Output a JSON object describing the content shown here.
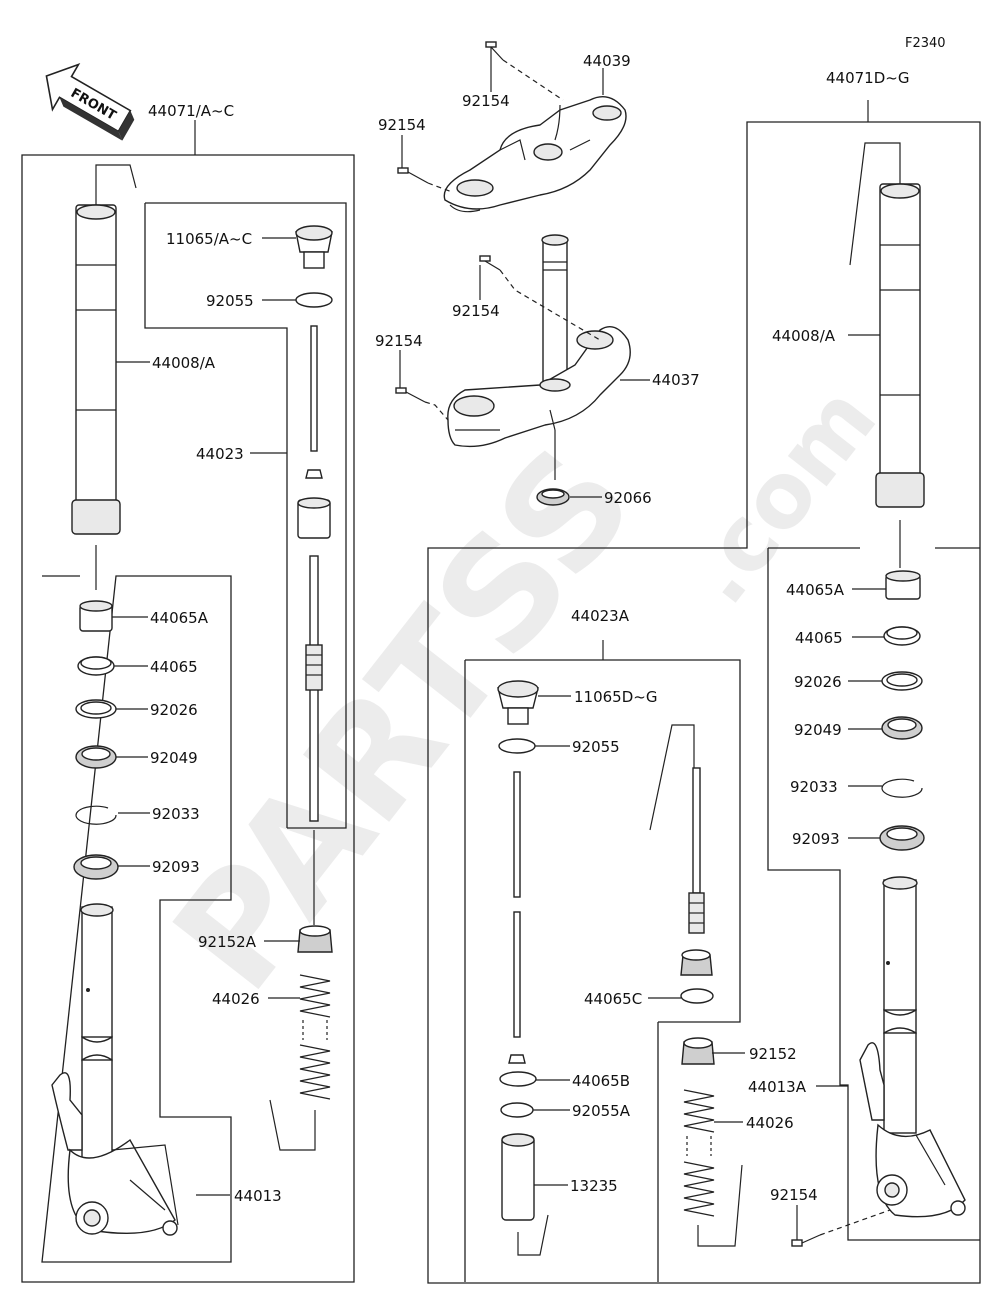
{
  "figure_code": "F2340",
  "front_label": "FRONT",
  "watermark": {
    "brand": "PARTSS",
    "suffix": ".com"
  },
  "callouts": {
    "assy_left": "44071/A~C",
    "assy_right": "44071D~G",
    "bolt_top_a": "92154",
    "bolt_top_b": "92154",
    "bracket_upper": "44039",
    "bolt_mid_a": "92154",
    "bolt_mid_b": "92154",
    "bracket_lower": "44037",
    "seal_stem": "92066",
    "l_cap": "11065/A~C",
    "l_oring": "92055",
    "l_damper": "44023",
    "l_tube": "44008/A",
    "l_bush_a": "44065A",
    "l_bush": "44065",
    "l_washer": "92026",
    "l_seal": "92049",
    "l_ring": "92033",
    "l_dust": "92093",
    "l_nut": "92152A",
    "l_spring": "44026",
    "l_outer": "44013",
    "r_tube": "44008/A",
    "r_bush_a": "44065A",
    "r_bush": "44065",
    "r_washer": "92026",
    "r_seal": "92049",
    "r_ring": "92033",
    "r_dust": "92093",
    "r_outer": "44013A",
    "r_bolt": "92154",
    "c_damper": "44023A",
    "c_cap": "11065D~G",
    "c_oring": "92055",
    "c_bush_c": "44065C",
    "c_nut": "92152",
    "c_spring": "44026",
    "c_bush_b": "44065B",
    "c_oring_a": "92055A",
    "c_cyl": "13235"
  }
}
